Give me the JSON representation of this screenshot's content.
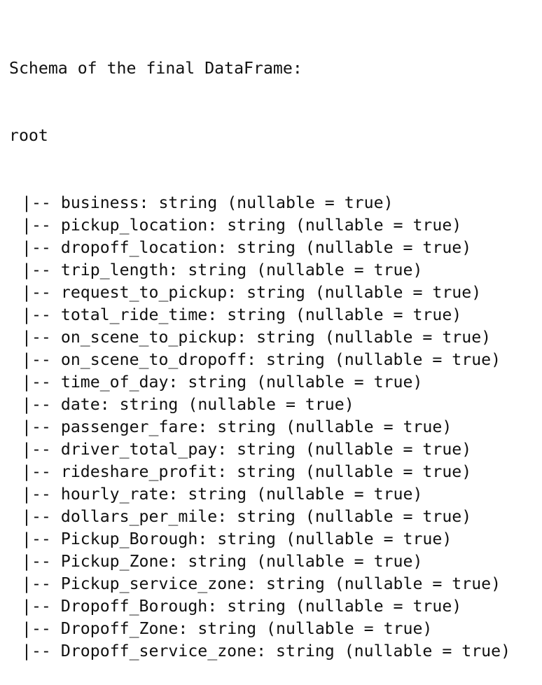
{
  "output": {
    "heading": "Schema of the final DataFrame:",
    "root": "root",
    "prefix": "|--",
    "fields": [
      {
        "name": "business",
        "type": "string",
        "nullable": "(nullable = true)"
      },
      {
        "name": "pickup_location",
        "type": "string",
        "nullable": "(nullable = true)"
      },
      {
        "name": "dropoff_location",
        "type": "string",
        "nullable": "(nullable = true)"
      },
      {
        "name": "trip_length",
        "type": "string",
        "nullable": "(nullable = true)"
      },
      {
        "name": "request_to_pickup",
        "type": "string",
        "nullable": "(nullable = true)"
      },
      {
        "name": "total_ride_time",
        "type": "string",
        "nullable": "(nullable = true)"
      },
      {
        "name": "on_scene_to_pickup",
        "type": "string",
        "nullable": "(nullable = true)"
      },
      {
        "name": "on_scene_to_dropoff",
        "type": "string",
        "nullable": "(nullable = true)"
      },
      {
        "name": "time_of_day",
        "type": "string",
        "nullable": "(nullable = true)"
      },
      {
        "name": "date",
        "type": "string",
        "nullable": "(nullable = true)"
      },
      {
        "name": "passenger_fare",
        "type": "string",
        "nullable": "(nullable = true)"
      },
      {
        "name": "driver_total_pay",
        "type": "string",
        "nullable": "(nullable = true)"
      },
      {
        "name": "rideshare_profit",
        "type": "string",
        "nullable": "(nullable = true)"
      },
      {
        "name": "hourly_rate",
        "type": "string",
        "nullable": "(nullable = true)"
      },
      {
        "name": "dollars_per_mile",
        "type": "string",
        "nullable": "(nullable = true)"
      },
      {
        "name": "Pickup_Borough",
        "type": "string",
        "nullable": "(nullable = true)"
      },
      {
        "name": "Pickup_Zone",
        "type": "string",
        "nullable": "(nullable = true)"
      },
      {
        "name": "Pickup_service_zone",
        "type": "string",
        "nullable": "(nullable = true)"
      },
      {
        "name": "Dropoff_Borough",
        "type": "string",
        "nullable": "(nullable = true)"
      },
      {
        "name": "Dropoff_Zone",
        "type": "string",
        "nullable": "(nullable = true)"
      },
      {
        "name": "Dropoff_service_zone",
        "type": "string",
        "nullable": "(nullable = true)"
      }
    ]
  }
}
